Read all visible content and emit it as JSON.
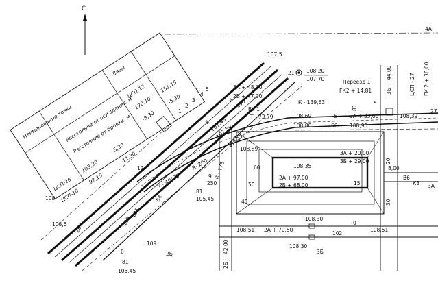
{
  "north": "С",
  "axis_label": "4А",
  "table": {
    "col_headers": [
      "Наименование точки",
      "Расстояние от оси здания, м",
      "Расстояние от бровки, м"
    ],
    "rows": [
      {
        "name": "Вязы",
        "a": "",
        "b": ""
      },
      {
        "name": "ЦСП-12",
        "a": "170,10",
        "b": "-8,30"
      },
      {
        "name": "",
        "a": "151,15",
        "b": "-5,30"
      },
      {
        "name": "ЦСП-26",
        "a": "103,20",
        "b": ""
      },
      {
        "name": "ЦСП-10",
        "a": "97,15",
        "b": ""
      },
      {
        "name": "",
        "a": "",
        "b": "5,30"
      },
      {
        "name": "",
        "a": "",
        "b": "-11,30"
      }
    ]
  },
  "labels": {
    "l107_5": "107,5",
    "cp21": "21",
    "h108_20": "108,20",
    "h107_70": "107,70",
    "pk3b": "3Б + 44,00",
    "pk_csp27": "ЦСП - 27",
    "pk_gk2_36": "ГК 2 + 36,00",
    "crossing": "Переезд 1",
    "crossing_pk": "ГК2 + 14,81",
    "pk3a48": "3А + 48,00",
    "pk2b47": "2Б + 47,00",
    "vu1": "ВУ 1",
    "k13963": "К - 139,63",
    "t7279": "Т - 72,79",
    "n2": "2",
    "n27": "27",
    "h108_69": "108,69",
    "h108_80": "108,80",
    "pk3a33": "3А + 33,00",
    "h108_90": "108,90",
    "h108_39": "108,39",
    "n5": "5",
    "n66": "66",
    "n81": "81",
    "n150": "150",
    "n4": "4",
    "n6": "6",
    "h107_46": "107,46",
    "h107_50": "107,50",
    "h108_17": "108,17",
    "h108_89": "108,89",
    "pk3a20": "3А + 20,00",
    "pk3b29": "3Б + 29,00",
    "h108_35": "108,35",
    "pk2a97": "2А + 97,00",
    "pk2b68": "2Б + 68,00",
    "n15": "15",
    "n8_00": "8,00",
    "b6": "В6",
    "k3": "К3",
    "r3a": "3А",
    "r200": "R- 200",
    "r175": "R - 175",
    "ang": "У - 40°30'",
    "n60": "60",
    "n50": "50",
    "n40": "40",
    "n250": "250",
    "n9": "9",
    "n81b": "81",
    "n105_45": "105,45",
    "n30": "30",
    "n20": "20",
    "n0": "0",
    "n102": "102",
    "h108_30a": "108,30",
    "pk2a70": "2А + 70,50",
    "h108_51": "108,51",
    "h108_51b": "108,51",
    "pk2b42": "2Б + 42,00",
    "h108_30b": "108,30",
    "r3b": "3Б",
    "n105": "105",
    "n108_5": "108,5",
    "n108": "108",
    "n109": "109",
    "r2b": "2Б",
    "n81c": "81",
    "n105_45b": "105,45",
    "n0b": "0",
    "n26": "26",
    "n115": "115",
    "n54": "54",
    "n12": "12",
    "n5b": "5",
    "n4b": "4",
    "n3": "3",
    "n2b": "2",
    "n1": "1"
  }
}
